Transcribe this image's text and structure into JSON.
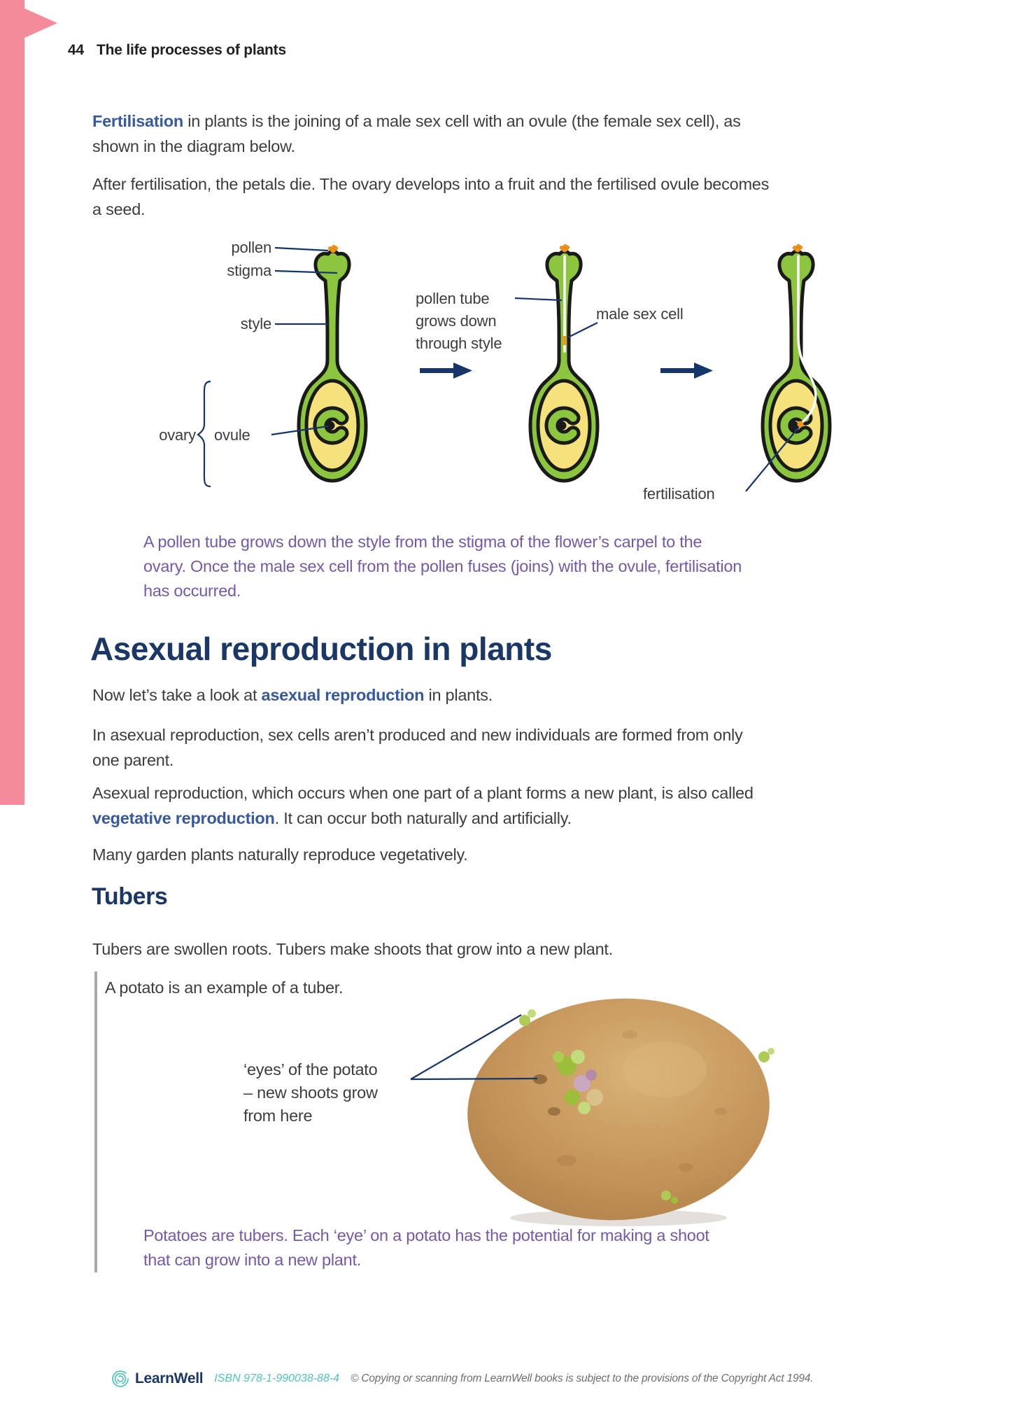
{
  "page": {
    "number": "44",
    "title": "The life processes of plants"
  },
  "colors": {
    "pink": "#F38B9B",
    "navy": "#16356B",
    "green": "#8CC63E",
    "outline": "#1A1A18",
    "yellow": "#F6E27D",
    "orange": "#F7941E",
    "purple": "#7559A9",
    "termblue": "#37599F",
    "heading": "#1B3766",
    "text": "#3D3D3F",
    "teal": "#52C3BC",
    "graytext": "#6D6E71",
    "boxborder": "#A7A9AC"
  },
  "intro": {
    "p1": [
      [
        {
          "t": "Fertilisation",
          "b": true
        },
        {
          "t": " in plants is the joining of a male sex cell with an ovule (the female sex cell), as"
        }
      ],
      [
        {
          "t": "shown in the diagram below."
        }
      ]
    ],
    "p2": [
      [
        {
          "t": "After fertilisation, the petals die. The ovary develops into a fruit and the fertilised ovule becomes"
        }
      ],
      [
        {
          "t": "a seed."
        }
      ]
    ]
  },
  "diagram": {
    "labels": {
      "pollen": "pollen",
      "stigma": "stigma",
      "style": "style",
      "ovary": "ovary",
      "ovule": "ovule",
      "pollen_tube": [
        "pollen tube",
        "grows down",
        "through style"
      ],
      "male_sex_cell": "male sex cell",
      "fertilisation": "fertilisation"
    },
    "caption": [
      [
        {
          "t": "A pollen tube grows down the style from the stigma of the flower’s carpel to the"
        }
      ],
      [
        {
          "t": "ovary. Once the male sex cell from the pollen fuses (joins) with the ovule, fertilisation"
        }
      ],
      [
        {
          "t": "has occurred."
        }
      ]
    ]
  },
  "asexual": {
    "heading": "Asexual reproduction in plants",
    "p1": [
      [
        {
          "t": "Now let’s take a look at "
        },
        {
          "t": "asexual reproduction",
          "b": true
        },
        {
          "t": " in plants."
        }
      ]
    ],
    "p2": [
      [
        {
          "t": "In asexual reproduction, sex cells aren’t produced and new individuals are formed from only"
        }
      ],
      [
        {
          "t": "one parent."
        }
      ]
    ],
    "p3": [
      [
        {
          "t": "Asexual reproduction, which occurs when one part of a plant forms a new plant, is also called"
        }
      ],
      [
        {
          "t": "vegetative reproduction",
          "b": true
        },
        {
          "t": ". It can occur both naturally and artificially."
        }
      ]
    ],
    "p4": [
      [
        {
          "t": "Many garden plants naturally reproduce vegetatively."
        }
      ]
    ]
  },
  "tubers": {
    "heading": "Tubers",
    "p1": [
      [
        {
          "t": "Tubers are swollen roots. Tubers make shoots that grow into a new plant."
        }
      ]
    ],
    "box_text": [
      [
        {
          "t": "A potato is an example of a tuber."
        }
      ]
    ],
    "potato_label": [
      "‘eyes’ of the potato",
      "– new shoots grow",
      "from here"
    ],
    "caption": [
      [
        {
          "t": "Potatoes are tubers. Each ‘eye’ on a potato has the potential for making a shoot"
        }
      ],
      [
        {
          "t": "that can grow into a new plant."
        }
      ]
    ]
  },
  "footer": {
    "brand": "LearnWell",
    "isbn": "ISBN 978-1-990038-88-4",
    "copyright": "© Copying or scanning from LearnWell books is subject to the provisions of the Copyright Act 1994."
  }
}
